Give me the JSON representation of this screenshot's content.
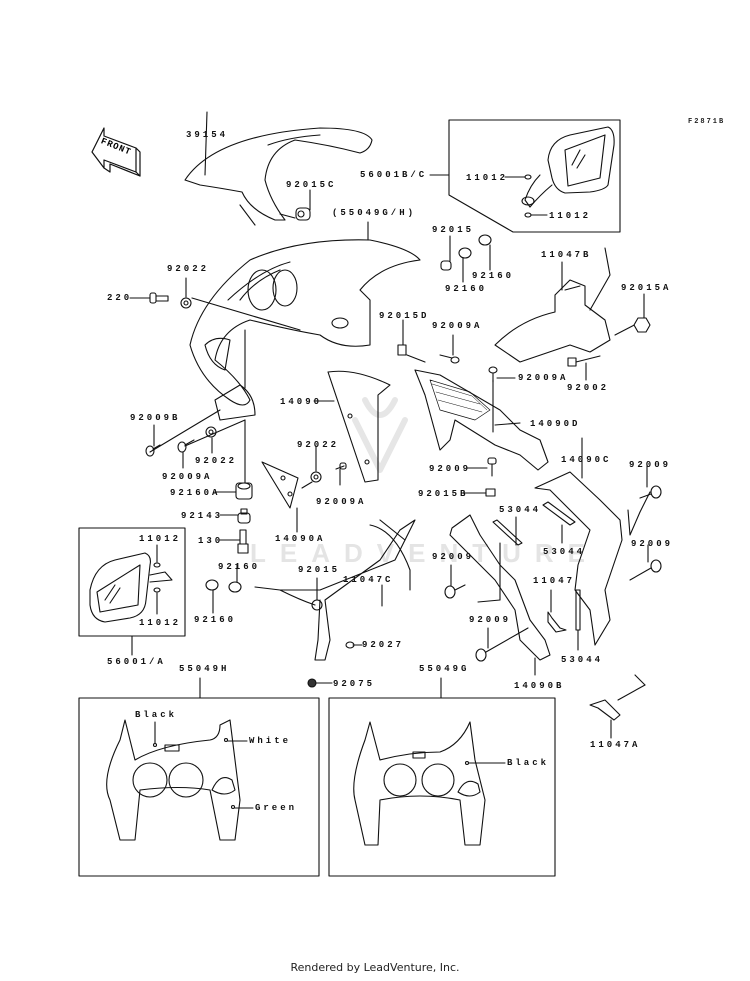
{
  "diagram": {
    "code": "F2871B",
    "front_label": "FRONT",
    "watermark": "LEADVENTURE",
    "footer": "Rendered by LeadVenture, Inc.",
    "parts": {
      "p39154": "39154",
      "p92015C": "92015C",
      "p56001BC": "56001B/C",
      "p55049GH": "(55049G/H)",
      "p11012a": "11012",
      "p11012b": "11012",
      "p92015": "92015",
      "p92160a": "92160",
      "p92160b": "92160",
      "p11047B": "11047B",
      "p92015A": "92015A",
      "p92022a": "92022",
      "p220": "220",
      "p92015D": "92015D",
      "p92009Aa": "92009A",
      "p92009Ab": "92009A",
      "p92002": "92002",
      "p14090": "14090",
      "p14090D": "14090D",
      "p92009Ba": "92009B",
      "p92022b": "92022",
      "p92009Ac": "92009A",
      "p92160A": "92160A",
      "p92022c": "92022",
      "p92009Ad": "92009A",
      "p92009a": "92009",
      "p14090C": "14090C",
      "p92009b": "92009",
      "p92015B": "92015B",
      "p53044a": "53044",
      "p53044b": "53044",
      "p92143": "92143",
      "p14090A": "14090A",
      "p130": "130",
      "p11012c": "11012",
      "p11012d": "11012",
      "p92160c": "92160",
      "p92160d": "92160",
      "p92015b": "92015",
      "p11047C": "11047C",
      "p92009c": "92009",
      "p92009d": "92009",
      "p11047": "11047",
      "p92009e": "92009",
      "p53044c": "53044",
      "p92027": "92027",
      "p56001A": "56001/A",
      "p14090B": "14090B",
      "p92075": "92075",
      "p55049H": "55049H",
      "p55049G": "55049G",
      "p11047A": "11047A"
    },
    "colors": {
      "h_black": "Black",
      "h_white": "White",
      "h_green": "Green",
      "g_black": "Black"
    }
  }
}
